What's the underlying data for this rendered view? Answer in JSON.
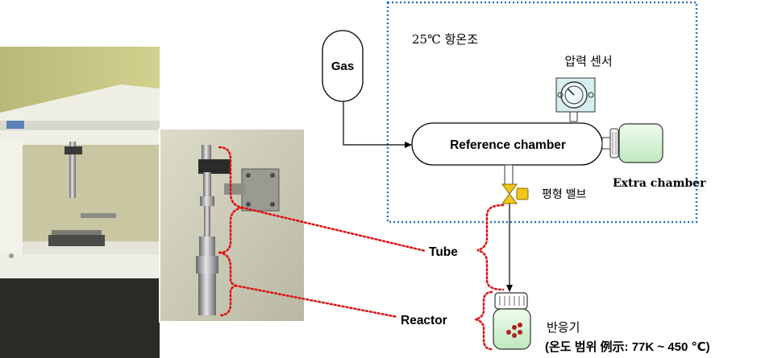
{
  "diagram": {
    "thermostat_label": "25℃ 항온조",
    "gas_label": "Gas",
    "pressure_sensor_label": "압력 센서",
    "reference_chamber_label": "Reference chamber",
    "extra_chamber_label": "Extra chamber",
    "valve_label": "평형 밸브",
    "tube_label": "Tube",
    "reactor_label": "Reactor",
    "reactor_vessel_label": "반응기",
    "temperature_range_label": "(온도 범위 例示: 77K ~ 450 ℃)"
  },
  "colors": {
    "thermostat_border": "#2e6fbd",
    "leader_dotted": "#dd1111",
    "chamber_fill": "#ffffff",
    "extra_chamber_fill": "#d8f5d8",
    "sensor_fill": "#d6eef0",
    "valve_fill": "#f2c619",
    "reactor_fill": "#d8f5d8",
    "lab_wall": "#c4c37e",
    "lab_bench": "#eeeee8"
  },
  "icons": [
    "pressure-gauge-icon",
    "valve-icon",
    "gas-cylinder-icon",
    "reactor-vessel-icon"
  ]
}
